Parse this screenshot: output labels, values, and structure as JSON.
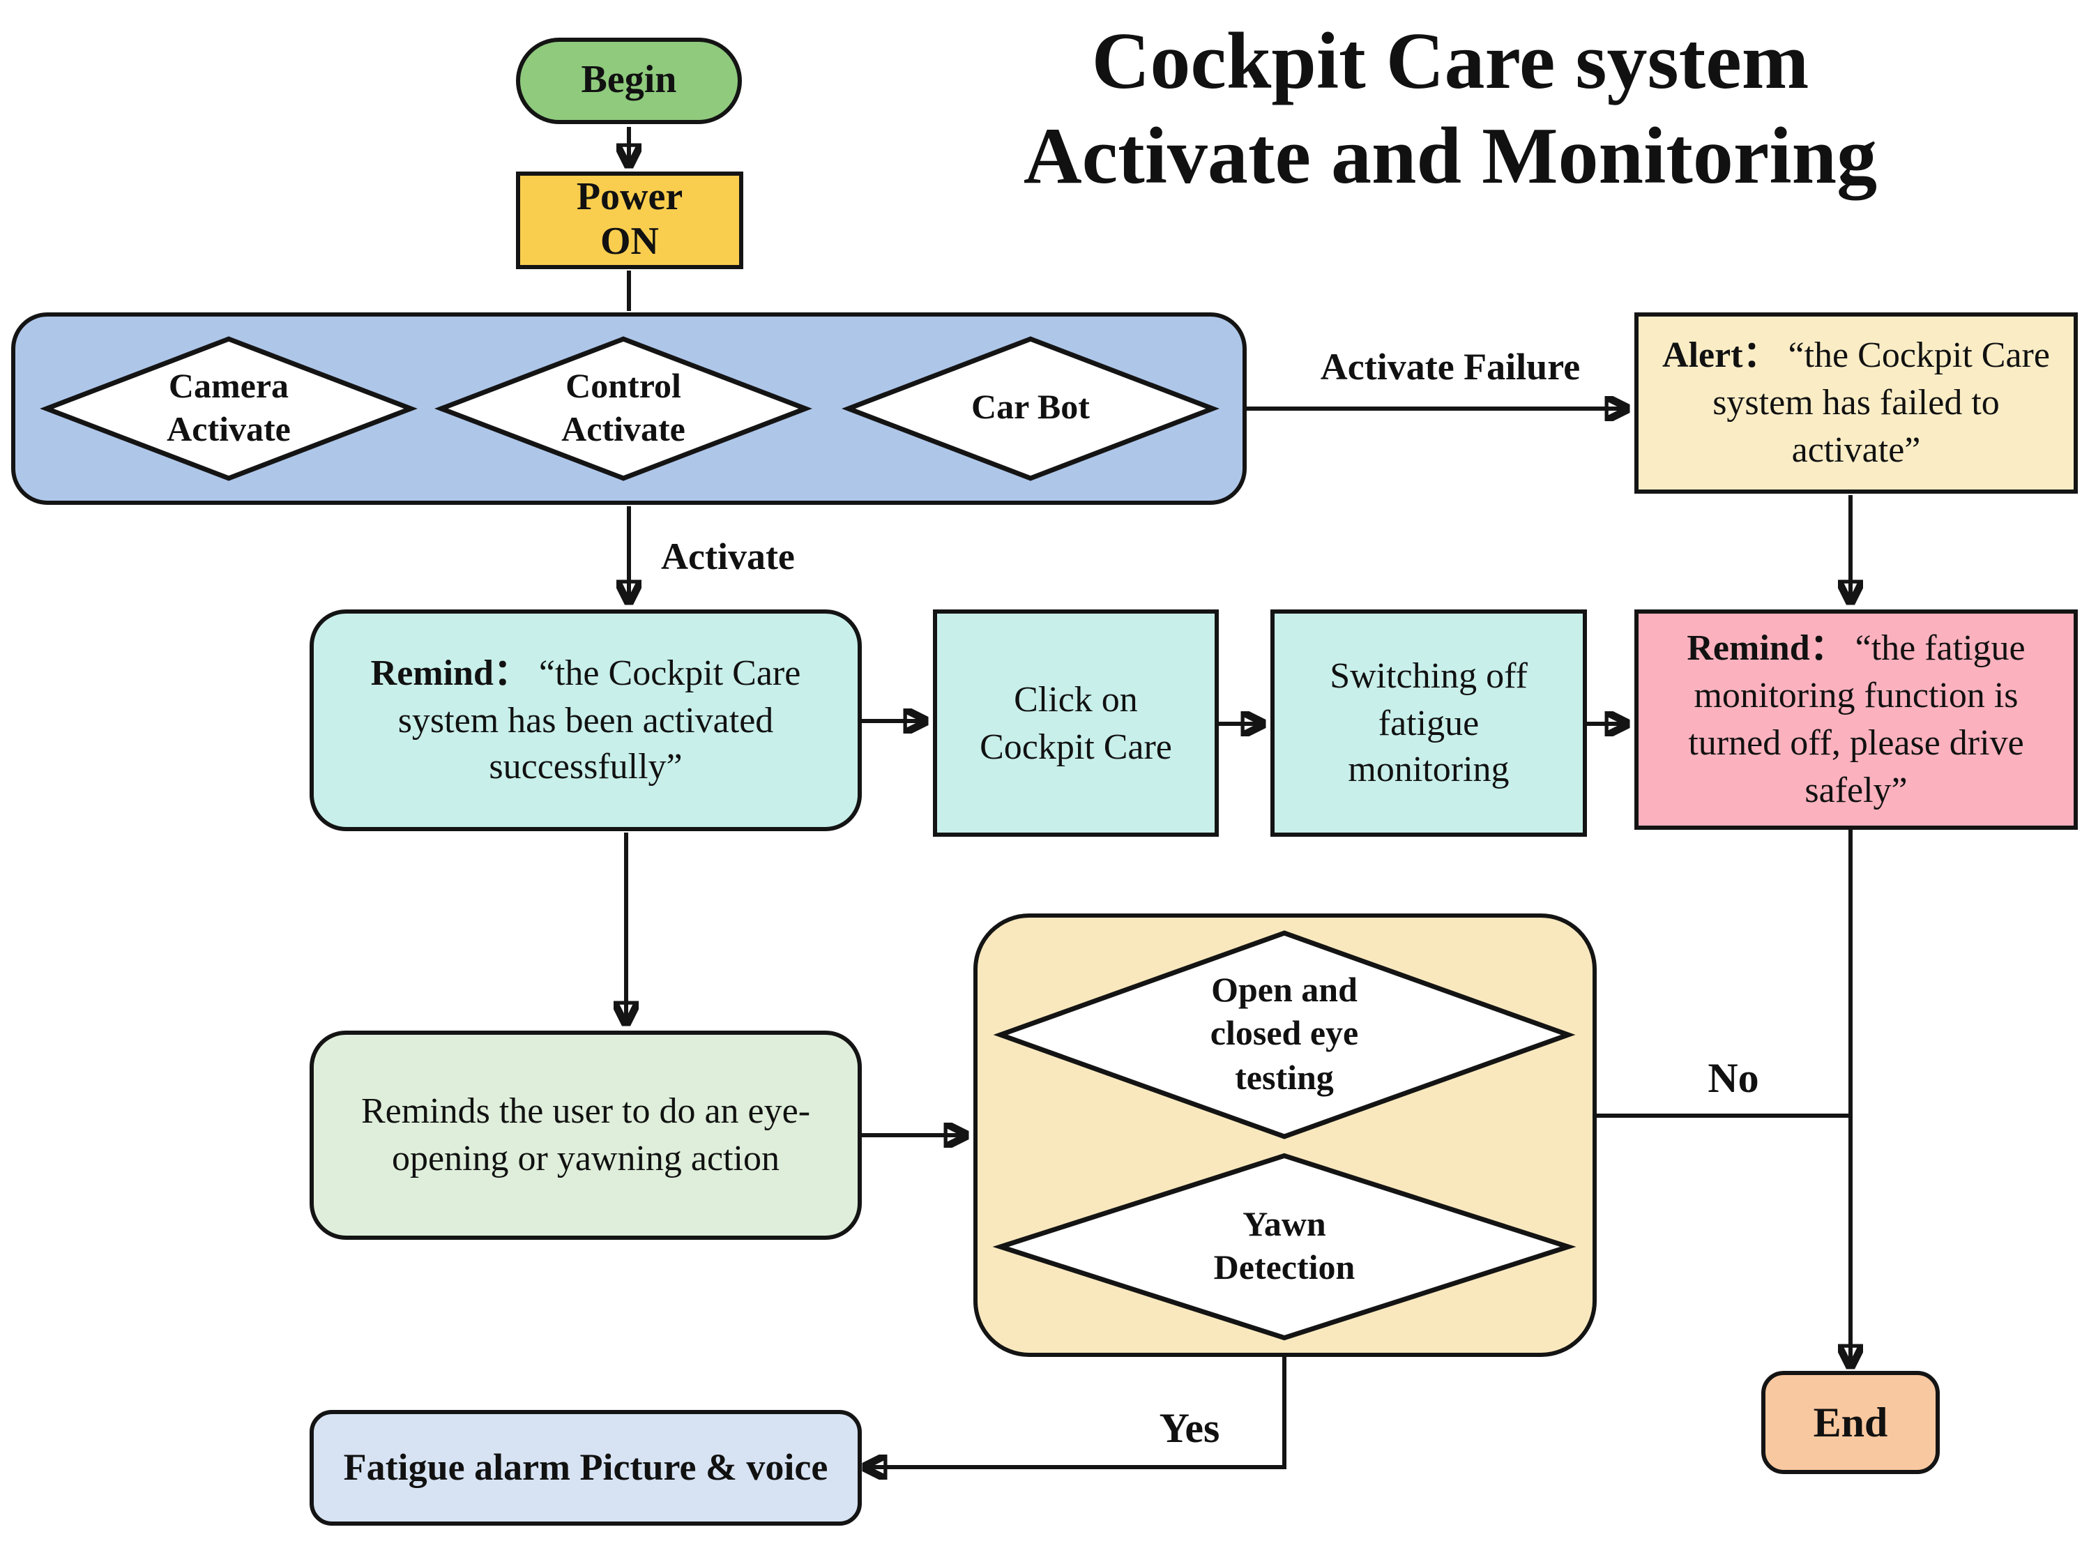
{
  "title": {
    "line1": "Cockpit Care system",
    "line2": "Activate and Monitoring"
  },
  "nodes": {
    "begin": {
      "label": "Begin"
    },
    "power_on": {
      "label": "Power\nON"
    },
    "camera_activate": {
      "label": "Camera\nActivate"
    },
    "control_activate": {
      "label": "Control\nActivate"
    },
    "car_bot": {
      "label": "Car Bot"
    },
    "alert_failure": {
      "prefix": "Alert：",
      "body": "“the Cockpit Care system has failed to activate”"
    },
    "remind_success": {
      "prefix": "Remind：",
      "body": "“the Cockpit Care system has been activated successfully”"
    },
    "click_cockpit_care": {
      "label": "Click on\nCockpit Care"
    },
    "switch_off_monitoring": {
      "label": "Switching off\nfatigue\nmonitoring"
    },
    "remind_turned_off": {
      "prefix": "Remind：",
      "body": "“the fatigue monitoring function is turned off, please drive safely”"
    },
    "eye_reminder": {
      "label": "Reminds the user to do an eye-opening or yawning action"
    },
    "open_closed_eye": {
      "label": "Open and\nclosed eye\ntesting"
    },
    "yawn_detection": {
      "label": "Yawn\nDetection"
    },
    "fatigue_alarm": {
      "label": "Fatigue alarm Picture & voice"
    },
    "end": {
      "label": "End"
    }
  },
  "edges": {
    "activate_failure": "Activate Failure",
    "activate": "Activate",
    "no": "No",
    "yes": "Yes"
  },
  "colors": {
    "begin": "#8fca7d",
    "power_on": "#f9ce4f",
    "activation_container": "#aec6e8",
    "alert": "#faedc6",
    "teal": "#c8efea",
    "pink": "#fbb2be",
    "green_box": "#deeeda",
    "detection_container": "#f9e8be",
    "fatigue_alarm": "#d7e3f3",
    "end": "#f8c8a0"
  }
}
